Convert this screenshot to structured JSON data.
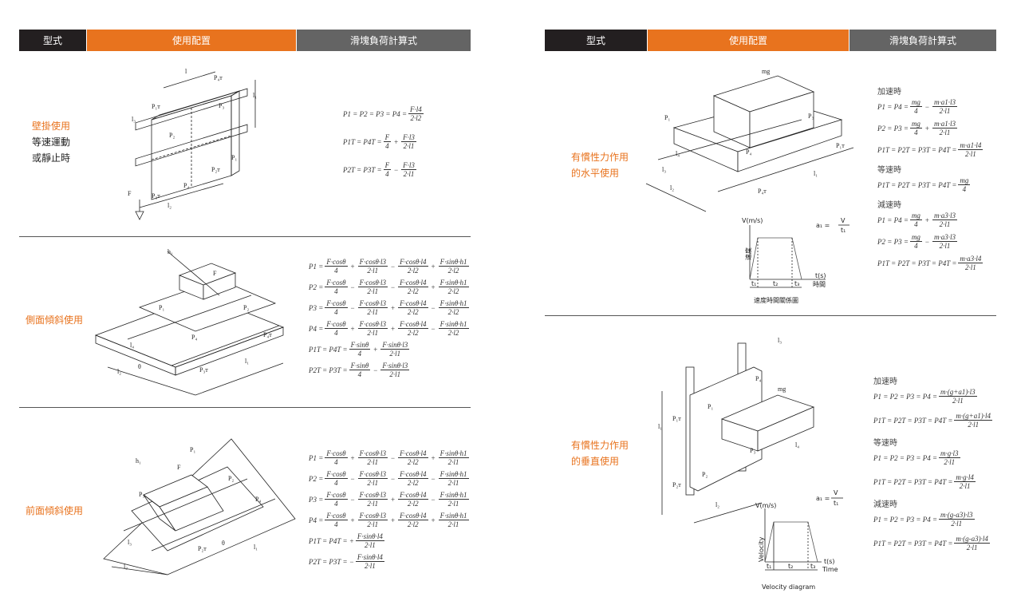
{
  "header": {
    "type": "型式",
    "config": "使用配置",
    "formula": "滑塊負荷計算式"
  },
  "left": {
    "row1": {
      "label": [
        "壁掛使用",
        "等速運動",
        "或靜止時"
      ],
      "diagram_labels": [
        "l",
        "P₄ᴛ",
        "P₁ᴛ",
        "P₃",
        "l₁",
        "l₃",
        "P₂",
        "P₁",
        "P₂ᴛ",
        "P₄",
        "P₃ᴛ",
        "F",
        "l₂"
      ],
      "formulas": [
        {
          "lhs": "P1 = P2 = P3 = P4 =",
          "terms": [
            {
              "op": "",
              "num": "F·l4",
              "den": "2·l2"
            }
          ]
        },
        {
          "lhs": "P1T = P4T =",
          "terms": [
            {
              "op": "",
              "num": "F",
              "den": "4"
            },
            {
              "op": "+",
              "num": "F·l3",
              "den": "2·l1"
            }
          ]
        },
        {
          "lhs": "P2T = P3T =",
          "terms": [
            {
              "op": "",
              "num": "F",
              "den": "4"
            },
            {
              "op": "−",
              "num": "F·l3",
              "den": "2·l1"
            }
          ]
        }
      ]
    },
    "row2": {
      "label": [
        "側面傾斜使用"
      ],
      "diagram_labels": [
        "h₁",
        "F",
        "P₁",
        "P₂",
        "P₄",
        "P₃ᴛ",
        "l₁",
        "P₄ᴛ",
        "l₂",
        "θ",
        "l₄"
      ],
      "formulas": [
        {
          "lhs": "P1 =",
          "terms": [
            {
              "op": "",
              "num": "F·cosθ",
              "den": "4"
            },
            {
              "op": "+",
              "num": "F·cosθ·l3",
              "den": "2·l1"
            },
            {
              "op": "−",
              "num": "F·cosθ·l4",
              "den": "2·l2"
            },
            {
              "op": "+",
              "num": "F·sinθ·h1",
              "den": "2·l2"
            }
          ]
        },
        {
          "lhs": "P2 =",
          "terms": [
            {
              "op": "",
              "num": "F·cosθ",
              "den": "4"
            },
            {
              "op": "−",
              "num": "F·cosθ·l3",
              "den": "2·l1"
            },
            {
              "op": "−",
              "num": "F·cosθ·l4",
              "den": "2·l2"
            },
            {
              "op": "+",
              "num": "F·sinθ·h1",
              "den": "2·l2"
            }
          ]
        },
        {
          "lhs": "P3 =",
          "terms": [
            {
              "op": "",
              "num": "F·cosθ",
              "den": "4"
            },
            {
              "op": "−",
              "num": "F·cosθ·l3",
              "den": "2·l1"
            },
            {
              "op": "+",
              "num": "F·cosθ·l4",
              "den": "2·l2"
            },
            {
              "op": "−",
              "num": "F·sinθ·h1",
              "den": "2·l2"
            }
          ]
        },
        {
          "lhs": "P4 =",
          "terms": [
            {
              "op": "",
              "num": "F·cosθ",
              "den": "4"
            },
            {
              "op": "+",
              "num": "F·cosθ·l3",
              "den": "2·l1"
            },
            {
              "op": "+",
              "num": "F·cosθ·l4",
              "den": "2·l2"
            },
            {
              "op": "−",
              "num": "F·sinθ·h1",
              "den": "2·l2"
            }
          ]
        },
        {
          "lhs": "P1T = P4T =",
          "terms": [
            {
              "op": "",
              "num": "F·sinθ",
              "den": "4"
            },
            {
              "op": "+",
              "num": "F·sinθ·l3",
              "den": "2·l1"
            }
          ]
        },
        {
          "lhs": "P2T = P3T =",
          "terms": [
            {
              "op": "",
              "num": "F·sinθ",
              "den": "4"
            },
            {
              "op": "−",
              "num": "F·sinθ·l3",
              "den": "2·l1"
            }
          ]
        }
      ]
    },
    "row3": {
      "label": [
        "前面傾斜使用"
      ],
      "diagram_labels": [
        "h₁",
        "P₁",
        "F",
        "P₃",
        "P₂",
        "P₄",
        "l₁",
        "P₂ᴛ",
        "θ",
        "l₃",
        "l₂"
      ],
      "formulas": [
        {
          "lhs": "P1 =",
          "terms": [
            {
              "op": "",
              "num": "F·cosθ",
              "den": "4"
            },
            {
              "op": "+",
              "num": "F·cosθ·l3",
              "den": "2·l1"
            },
            {
              "op": "−",
              "num": "F·cosθ·l4",
              "den": "2·l2"
            },
            {
              "op": "+",
              "num": "F·sinθ·h1",
              "den": "2·l1"
            }
          ]
        },
        {
          "lhs": "P2 =",
          "terms": [
            {
              "op": "",
              "num": "F·cosθ",
              "den": "4"
            },
            {
              "op": "−",
              "num": "F·cosθ·l3",
              "den": "2·l1"
            },
            {
              "op": "−",
              "num": "F·cosθ·l4",
              "den": "2·l2"
            },
            {
              "op": "−",
              "num": "F·sinθ·h1",
              "den": "2·l1"
            }
          ]
        },
        {
          "lhs": "P3 =",
          "terms": [
            {
              "op": "",
              "num": "F·cosθ",
              "den": "4"
            },
            {
              "op": "−",
              "num": "F·cosθ·l3",
              "den": "2·l1"
            },
            {
              "op": "+",
              "num": "F·cosθ·l4",
              "den": "2·l2"
            },
            {
              "op": "−",
              "num": "F·sinθ·h1",
              "den": "2·l1"
            }
          ]
        },
        {
          "lhs": "P4 =",
          "terms": [
            {
              "op": "",
              "num": "F·cosθ",
              "den": "4"
            },
            {
              "op": "+",
              "num": "F·cosθ·l3",
              "den": "2·l1"
            },
            {
              "op": "+",
              "num": "F·cosθ·l4",
              "den": "2·l2"
            },
            {
              "op": "+",
              "num": "F·sinθ·h1",
              "den": "2·l1"
            }
          ]
        },
        {
          "lhs": "P1T = P4T = +",
          "terms": [
            {
              "op": "",
              "num": "F·sinθ·l4",
              "den": "2·l1"
            }
          ]
        },
        {
          "lhs": "P2T = P3T = −",
          "terms": [
            {
              "op": "",
              "num": "F·sinθ·l4",
              "den": "2·l1"
            }
          ]
        }
      ]
    }
  },
  "right": {
    "row1": {
      "label": [
        "有慣性力作用",
        "的水平使用"
      ],
      "diagram_labels": [
        "mg",
        "P₁",
        "P₄",
        "P₃",
        "P₁ᴛ",
        "l₁",
        "P₄ᴛ",
        "l₂",
        "l₄",
        "l₃"
      ],
      "velocity": {
        "v": "V(m/s)",
        "acc": "a₁ =",
        "acc_num": "V",
        "acc_den": "t₁",
        "yaxis": "速度",
        "t": "t(s)",
        "xaxis": "時間",
        "t1": "t₁",
        "t2": "t₂",
        "t3": "t₃",
        "caption": "速度時間關係圖"
      },
      "formulas": [
        {
          "heading": "加速時"
        },
        {
          "lhs": "P1 = P4 =",
          "terms": [
            {
              "op": "",
              "num": "mg",
              "den": "4"
            },
            {
              "op": "−",
              "num": "m·a1·l3",
              "den": "2·l1"
            }
          ]
        },
        {
          "lhs": "P2 = P3 =",
          "terms": [
            {
              "op": "",
              "num": "mg",
              "den": "4"
            },
            {
              "op": "+",
              "num": "m·a1·l3",
              "den": "2·l1"
            }
          ]
        },
        {
          "lhs": "P1T = P2T = P3T = P4T =",
          "terms": [
            {
              "op": "",
              "num": "m·a1·l4",
              "den": "2·l1"
            }
          ]
        },
        {
          "heading": "等速時"
        },
        {
          "lhs": "P1T = P2T = P3T = P4T =",
          "terms": [
            {
              "op": "",
              "num": "mg",
              "den": "4"
            }
          ]
        },
        {
          "heading": "減速時"
        },
        {
          "lhs": "P1 = P4 =",
          "terms": [
            {
              "op": "",
              "num": "mg",
              "den": "4"
            },
            {
              "op": "+",
              "num": "m·a3·l3",
              "den": "2·l1"
            }
          ]
        },
        {
          "lhs": "P2 = P3 =",
          "terms": [
            {
              "op": "",
              "num": "mg",
              "den": "4"
            },
            {
              "op": "−",
              "num": "m·a3·l3",
              "den": "2·l1"
            }
          ]
        },
        {
          "lhs": "P1T = P2T = P3T = P4T =",
          "terms": [
            {
              "op": "",
              "num": "m·a3·l4",
              "den": "2·l1"
            }
          ]
        }
      ]
    },
    "row2": {
      "label": [
        "有慣性力作用",
        "的垂直使用"
      ],
      "diagram_labels": [
        "l₃",
        "P₄",
        "mg",
        "P₁",
        "P₁ᴛ",
        "l₁",
        "P₃",
        "l₄",
        "P₂",
        "P₂ᴛ",
        "l₂"
      ],
      "velocity": {
        "v": "V(m/s)",
        "acc": "a₁ =",
        "acc_num": "V",
        "acc_den": "t₁",
        "yaxis": "Velocity",
        "t": "t(s)",
        "xaxis": "Time",
        "t1": "t₁",
        "t2": "t₂",
        "t3": "t₃",
        "caption": "Velocity diagram"
      },
      "formulas": [
        {
          "heading": "加速時"
        },
        {
          "lhs": "P1 = P2 = P3 = P4 =",
          "terms": [
            {
              "op": "",
              "num": "m·(g+a1)·l3",
              "den": "2·l1"
            }
          ]
        },
        {
          "lhs": "P1T = P2T = P3T = P4T =",
          "terms": [
            {
              "op": "",
              "num": "m·(g+a1)·l4",
              "den": "2·l1"
            }
          ]
        },
        {
          "heading": "等速時"
        },
        {
          "lhs": "P1 = P2 = P3 = P4 =",
          "terms": [
            {
              "op": "",
              "num": "m·g·l3",
              "den": "2·l1"
            }
          ]
        },
        {
          "lhs": "P1T = P2T = P3T = P4T =",
          "terms": [
            {
              "op": "",
              "num": "m·g·l4",
              "den": "2·l1"
            }
          ]
        },
        {
          "heading": "減速時"
        },
        {
          "lhs": "P1 = P2 = P3 = P4 =",
          "terms": [
            {
              "op": "",
              "num": "m·(g-a3)·l3",
              "den": "2·l1"
            }
          ]
        },
        {
          "lhs": "P1T = P2T = P3T = P4T =",
          "terms": [
            {
              "op": "",
              "num": "m·(g-a3)·l4",
              "den": "2·l1"
            }
          ]
        }
      ]
    }
  }
}
